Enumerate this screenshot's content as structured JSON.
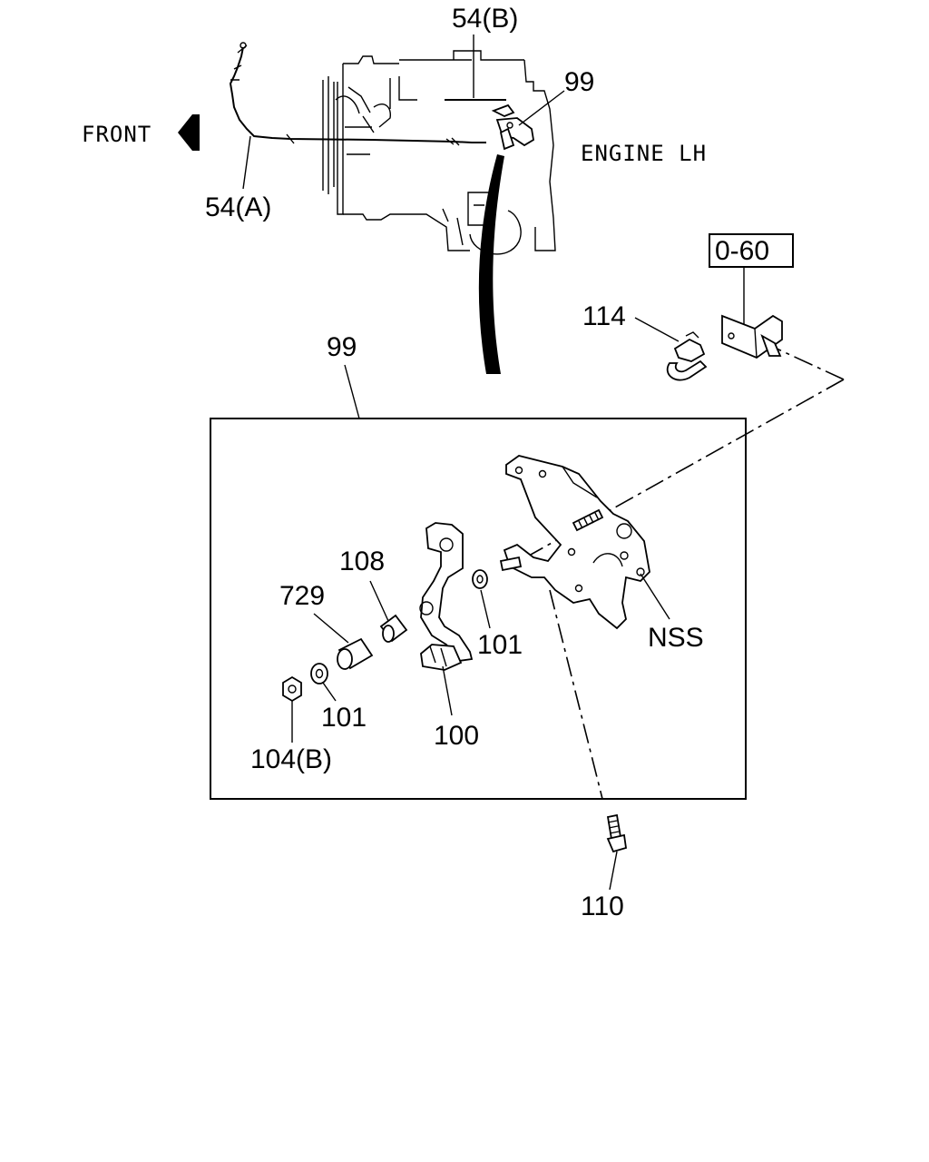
{
  "labels": {
    "front": "FRONT",
    "engine_lh": "ENGINE LH",
    "cable_b": "54(B)",
    "cable_a": "54(A)",
    "assy_top": "99",
    "assy_box": "99",
    "ref_box": "0-60",
    "clip": "114",
    "bracket": "NSS",
    "bolt": "110",
    "collar": "108",
    "bushing": "729",
    "washer_upper": "101",
    "washer_lower": "101",
    "nut": "104(B)",
    "lever": "100"
  },
  "icons": {
    "front_arrow": "arrow-left-icon"
  }
}
